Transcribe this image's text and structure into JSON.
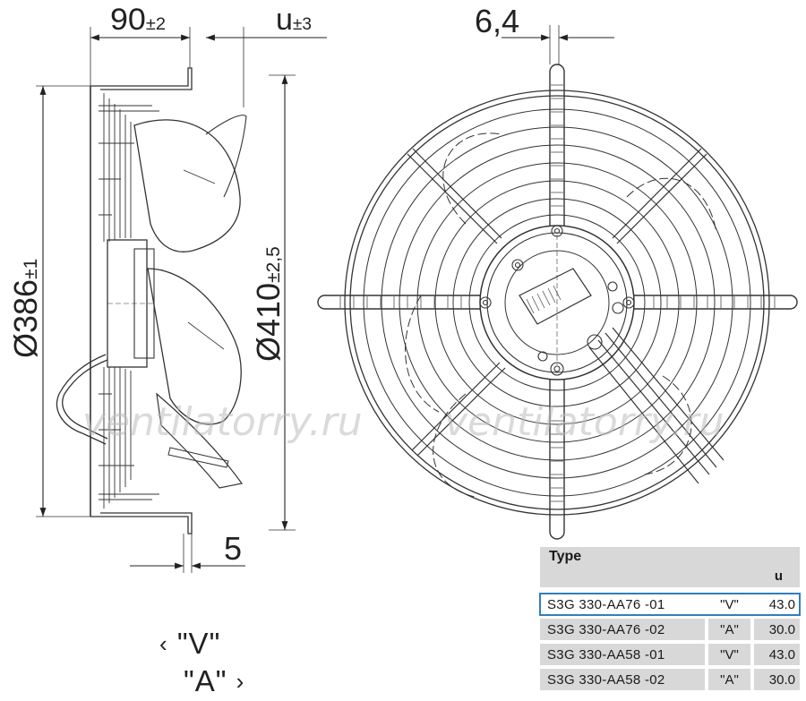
{
  "dimensions": {
    "depth": "90",
    "depth_tol": "±2",
    "u": "u",
    "u_tol": "±3",
    "guard_wire": "6,4",
    "inner_diameter": "Ø386",
    "inner_diameter_tol": "±1",
    "outer_diameter": "Ø410",
    "outer_diameter_tol": "±2,5",
    "mount_thickness": "5"
  },
  "watermark": "ventilatorry.ru",
  "table": {
    "header_type": "Type",
    "header_u": "u",
    "rows": [
      {
        "model": "S3G  330-AA76  -01",
        "rotation": "\"V\"",
        "u": "43.0",
        "selected": true
      },
      {
        "model": "S3G  330-AA76  -02",
        "rotation": "\"A\"",
        "u": "30.0",
        "selected": false
      },
      {
        "model": "S3G  330-AA58  -01",
        "rotation": "\"V\"",
        "u": "43.0",
        "selected": false
      },
      {
        "model": "S3G  330-AA58  -02",
        "rotation": "\"A\"",
        "u": "30.0",
        "selected": false
      }
    ]
  },
  "rotation_legend": {
    "v_label": "\"V\"",
    "v_arrow": "‹",
    "a_label": "\"A\"",
    "a_arrow": "›"
  }
}
